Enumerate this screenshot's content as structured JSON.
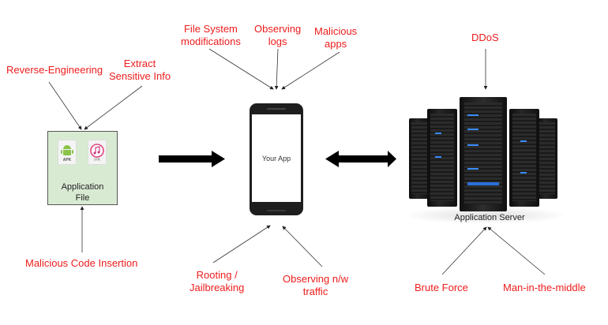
{
  "diagram": {
    "title": "Mobile App Attack Surface",
    "colors": {
      "threat_label": "#ee1c1c",
      "app_file_bg": "#d9ead3",
      "arrow": "#000000"
    },
    "nodes": {
      "app_file": {
        "label_line1": "Application",
        "label_line2": "File",
        "icons": [
          {
            "name": "android-apk-icon",
            "text": "APK"
          },
          {
            "name": "itunes-ipa-icon",
            "text": "IPA"
          }
        ]
      },
      "phone": {
        "screen_text": "Your App"
      },
      "server": {
        "label": "Application Server"
      }
    },
    "threats": {
      "app_file": [
        {
          "line1": "Reverse-Engineering",
          "line2": ""
        },
        {
          "line1": "Extract",
          "line2": "Sensitive Info"
        },
        {
          "line1": "Malicious Code Insertion",
          "line2": ""
        }
      ],
      "phone": [
        {
          "line1": "File System",
          "line2": "modifications"
        },
        {
          "line1": "Observing",
          "line2": "logs"
        },
        {
          "line1": "Malicious",
          "line2": "apps"
        },
        {
          "line1": "Rooting /",
          "line2": "Jailbreaking"
        },
        {
          "line1": "Observing n/w",
          "line2": "traffic"
        }
      ],
      "server": [
        {
          "line1": "DDoS",
          "line2": ""
        },
        {
          "line1": "Brute Force",
          "line2": ""
        },
        {
          "line1": "Man-in-the-middle",
          "line2": ""
        }
      ]
    },
    "connections": [
      {
        "from": "app_file",
        "to": "phone",
        "type": "one-way"
      },
      {
        "from": "phone",
        "to": "server",
        "type": "two-way"
      }
    ]
  }
}
